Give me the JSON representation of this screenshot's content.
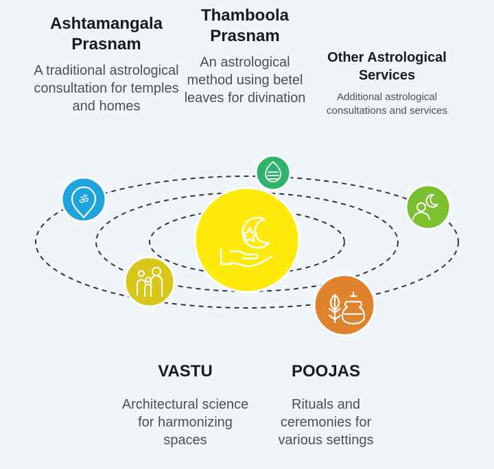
{
  "services": {
    "ashtamangala": {
      "title": "Ashtamangala Prasnam",
      "description": "A traditional astrological consultation for temples and homes",
      "icon": "om-pin-icon",
      "color": "#1fa3dc"
    },
    "thamboola": {
      "title": "Thamboola Prasnam",
      "description": "An astrological method using betel leaves for divination",
      "icon": "betel-leaf-icon",
      "color": "#2fb36b"
    },
    "other": {
      "title": "Other Astrological Services",
      "description": "Additional astrological consultations and services",
      "icon": "moon-person-icon",
      "color": "#7cbf2f"
    },
    "vastu": {
      "title": "VASTU",
      "description": "Architectural science for harmonizing spaces",
      "icon": "family-icon",
      "color": "#d8c71a"
    },
    "poojas": {
      "title": "POOJAS",
      "description": "Rituals and ceremonies for various settings",
      "icon": "pooja-items-icon",
      "color": "#e0832e"
    }
  },
  "center": {
    "icon": "hand-moon-star-icon",
    "color": "#fde90a"
  }
}
